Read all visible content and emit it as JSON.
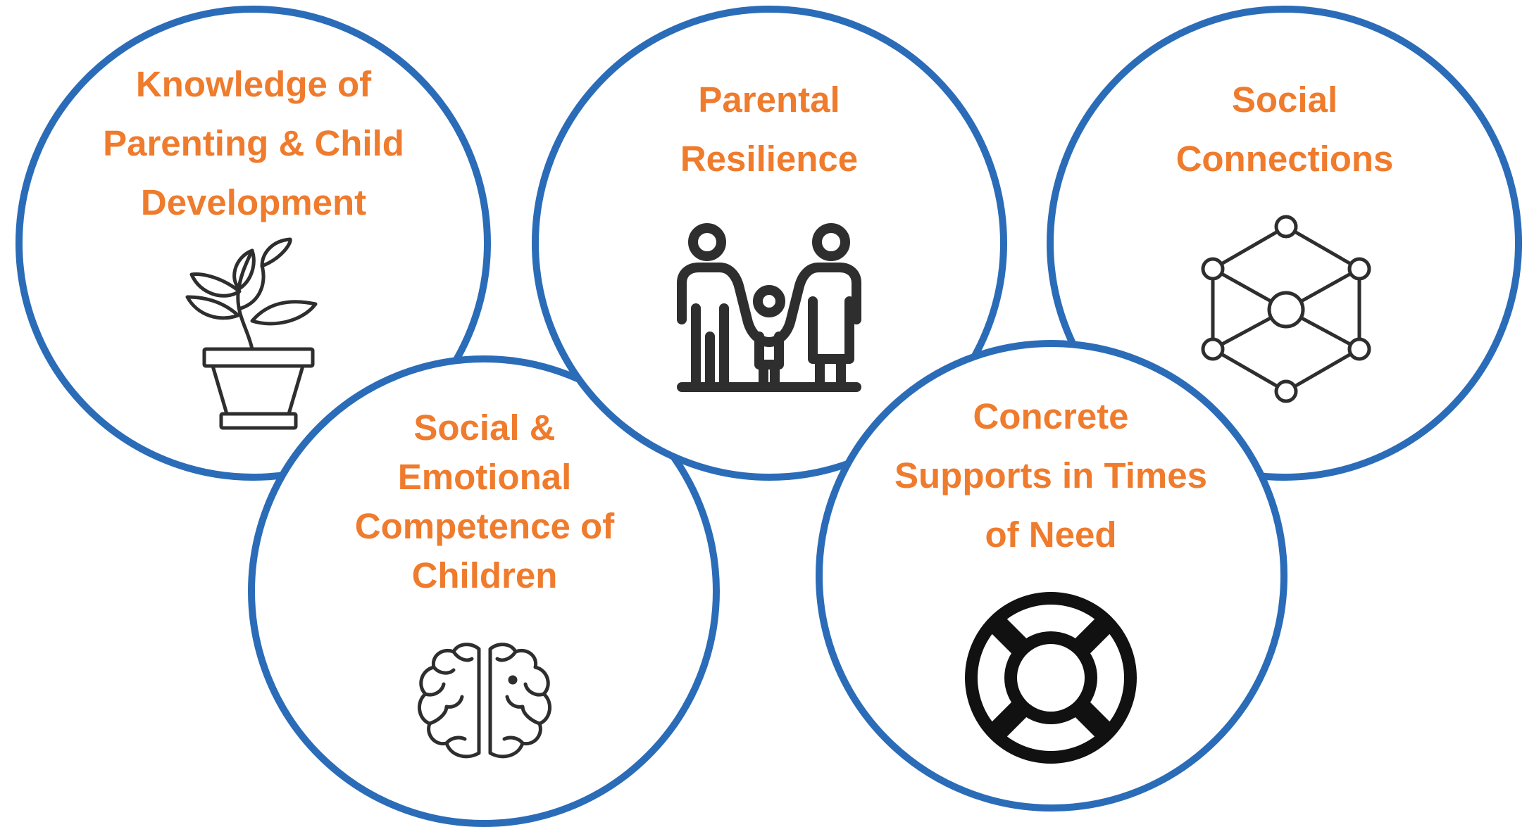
{
  "diagram": {
    "colors": {
      "circle_border": "#2b6cb8",
      "label_text": "#ef7b2d",
      "icon_stroke": "#2e2e2e",
      "background": "#ffffff"
    },
    "factors": [
      {
        "id": "knowledge",
        "label": "Knowledge of\nParenting & Child\nDevelopment",
        "icon": "plant-pot-icon"
      },
      {
        "id": "resilience",
        "label": "Parental\nResilience",
        "icon": "family-icon"
      },
      {
        "id": "connections",
        "label": "Social\nConnections",
        "icon": "network-icon"
      },
      {
        "id": "emotional",
        "label": "Social &\nEmotional\nCompetence of\nChildren",
        "icon": "brain-icon"
      },
      {
        "id": "supports",
        "label": "Concrete\nSupports in Times\nof Need",
        "icon": "lifebuoy-icon"
      }
    ]
  }
}
